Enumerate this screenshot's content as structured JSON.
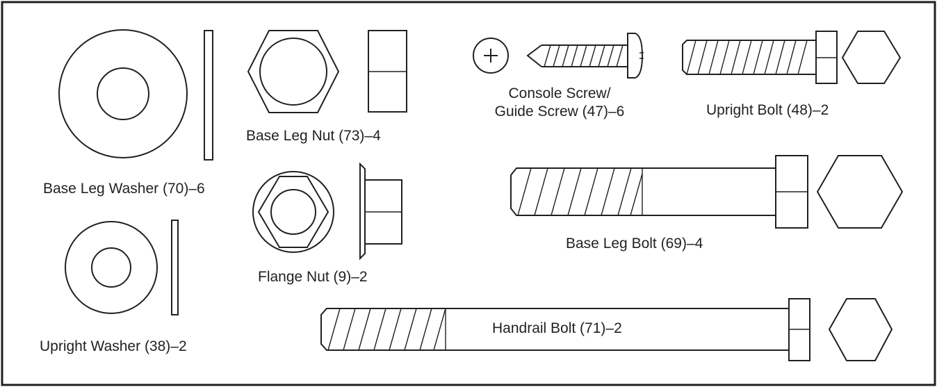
{
  "parts": {
    "base_leg_washer": {
      "label": "Base Leg Washer (70)–6"
    },
    "upright_washer": {
      "label": "Upright Washer (38)–2"
    },
    "base_leg_nut": {
      "label": "Base Leg Nut (73)–4"
    },
    "flange_nut": {
      "label": "Flange Nut (9)–2"
    },
    "console_screw": {
      "label_line1": "Console Screw/",
      "label_line2": "Guide Screw (47)–6"
    },
    "upright_bolt": {
      "label": "Upright Bolt (48)–2"
    },
    "base_leg_bolt": {
      "label": "Base Leg Bolt (69)–4"
    },
    "handrail_bolt": {
      "label": "Handrail Bolt (71)–2"
    }
  }
}
